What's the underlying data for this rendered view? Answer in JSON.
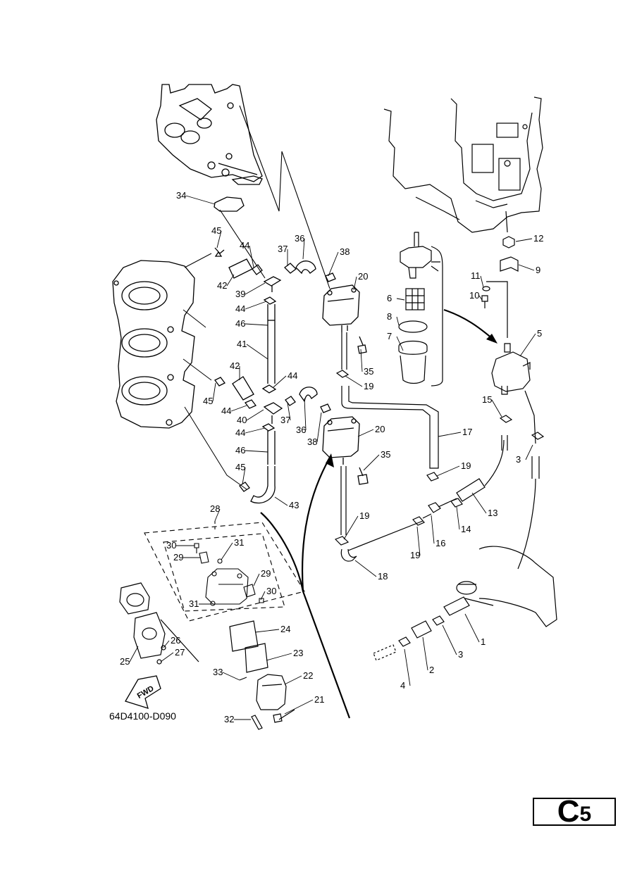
{
  "diagram": {
    "drawing_code": "64D4100-D090",
    "fwd_label": "FWD",
    "callouts": [
      {
        "id": "c1",
        "label": "1"
      },
      {
        "id": "c2",
        "label": "2"
      },
      {
        "id": "c3a",
        "label": "3"
      },
      {
        "id": "c3b",
        "label": "3"
      },
      {
        "id": "c4",
        "label": "4"
      },
      {
        "id": "c5",
        "label": "5"
      },
      {
        "id": "c6",
        "label": "6"
      },
      {
        "id": "c7",
        "label": "7"
      },
      {
        "id": "c8",
        "label": "8"
      },
      {
        "id": "c9",
        "label": "9"
      },
      {
        "id": "c10",
        "label": "10"
      },
      {
        "id": "c11",
        "label": "11"
      },
      {
        "id": "c12",
        "label": "12"
      },
      {
        "id": "c13",
        "label": "13"
      },
      {
        "id": "c14",
        "label": "14"
      },
      {
        "id": "c15",
        "label": "15"
      },
      {
        "id": "c16",
        "label": "16"
      },
      {
        "id": "c17",
        "label": "17"
      },
      {
        "id": "c18",
        "label": "18"
      },
      {
        "id": "c19a",
        "label": "19"
      },
      {
        "id": "c19b",
        "label": "19"
      },
      {
        "id": "c19c",
        "label": "19"
      },
      {
        "id": "c19d",
        "label": "19"
      },
      {
        "id": "c20a",
        "label": "20"
      },
      {
        "id": "c20b",
        "label": "20"
      },
      {
        "id": "c21",
        "label": "21"
      },
      {
        "id": "c22",
        "label": "22"
      },
      {
        "id": "c23",
        "label": "23"
      },
      {
        "id": "c24",
        "label": "24"
      },
      {
        "id": "c25",
        "label": "25"
      },
      {
        "id": "c26",
        "label": "26"
      },
      {
        "id": "c27",
        "label": "27"
      },
      {
        "id": "c28",
        "label": "28"
      },
      {
        "id": "c29a",
        "label": "29"
      },
      {
        "id": "c29b",
        "label": "29"
      },
      {
        "id": "c30a",
        "label": "30"
      },
      {
        "id": "c30b",
        "label": "30"
      },
      {
        "id": "c31a",
        "label": "31"
      },
      {
        "id": "c31b",
        "label": "31"
      },
      {
        "id": "c32",
        "label": "32"
      },
      {
        "id": "c33",
        "label": "33"
      },
      {
        "id": "c34",
        "label": "34"
      },
      {
        "id": "c35a",
        "label": "35"
      },
      {
        "id": "c35b",
        "label": "35"
      },
      {
        "id": "c36a",
        "label": "36"
      },
      {
        "id": "c36b",
        "label": "36"
      },
      {
        "id": "c37a",
        "label": "37"
      },
      {
        "id": "c37b",
        "label": "37"
      },
      {
        "id": "c38a",
        "label": "38"
      },
      {
        "id": "c38b",
        "label": "38"
      },
      {
        "id": "c39",
        "label": "39"
      },
      {
        "id": "c40",
        "label": "40"
      },
      {
        "id": "c41",
        "label": "41"
      },
      {
        "id": "c42a",
        "label": "42"
      },
      {
        "id": "c42b",
        "label": "42"
      },
      {
        "id": "c43",
        "label": "43"
      },
      {
        "id": "c44a",
        "label": "44"
      },
      {
        "id": "c44b",
        "label": "44"
      },
      {
        "id": "c44c",
        "label": "44"
      },
      {
        "id": "c44d",
        "label": "44"
      },
      {
        "id": "c44e",
        "label": "44"
      },
      {
        "id": "c45a",
        "label": "45"
      },
      {
        "id": "c45b",
        "label": "45"
      },
      {
        "id": "c45c",
        "label": "45"
      },
      {
        "id": "c46a",
        "label": "46"
      },
      {
        "id": "c46b",
        "label": "46"
      }
    ]
  },
  "section": {
    "letter": "C",
    "number": "5"
  },
  "colors": {
    "line": "#000000",
    "background": "#ffffff"
  }
}
